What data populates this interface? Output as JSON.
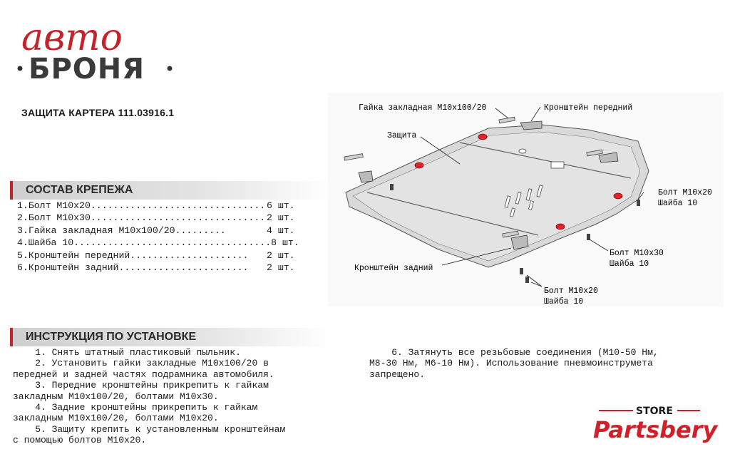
{
  "brand": {
    "script_text": "авто",
    "bold_text": "БРОНЯ"
  },
  "product_title": "ЗАЩИТА КАРТЕРА 111.03916.1",
  "fasteners": {
    "header": "СОСТАВ КРЕПЕЖА",
    "items": [
      {
        "label": "1.Болт М10х20...............................",
        "qty": "6 шт."
      },
      {
        "label": "2.Болт М10х30...............................",
        "qty": "2 шт."
      },
      {
        "label": "3.Гайка закладная М10х100/20.........",
        "qty": "4 шт."
      },
      {
        "label": "4.Шайба 10...................................",
        "qty": "8 шт."
      },
      {
        "label": "5.Кронштейн передний.....................",
        "qty": "2 шт."
      },
      {
        "label": "6.Кронштейн задний.......................",
        "qty": "2 шт."
      }
    ]
  },
  "diagram": {
    "labels": {
      "nut": "Гайка закладная М10х100/20",
      "front_bracket": "Кронштейн передний",
      "guard": "Защита",
      "bolt_m10x20_right_1": "Болт М10х20",
      "washer_right_1": "Шайба 10",
      "bolt_m10x30": "Болт М10х30",
      "washer_m10x30": "Шайба 10",
      "rear_bracket": "Кронштейн задний",
      "bolt_m10x20_bottom": "Болт М10х20",
      "washer_bottom": "Шайба 10"
    },
    "colors": {
      "plate": "#d9d9d9",
      "mount_red": "#e0232a"
    }
  },
  "installation": {
    "header": "ИНСТРУКЦИЯ ПО УСТАНОВКЕ",
    "col1": [
      "    1. Снять штатный пластиковый пыльник.",
      "    2. Установить гайки закладные М10х100/20 в\nпередней и задней частях подрамника автомобиля.",
      "    3. Передние кронштейны прикрепить к гайкам\nзакладным М10х100/20, болтами М10х30.",
      "    4. Задние кронштейны прикрепить к гайкам\nзакладным М10х100/20, болтами М10х20.",
      "    5. Защиту крепить к установленным кронштейнам\nс помощью болтов М10х20."
    ],
    "col2": [
      "    6. Затянуть все резьбовые соединения (М10-50 Нм,\nМ8-30 Нм, М6-10 Нм). Использование пневмоинструмета\nзапрещено."
    ]
  },
  "store": {
    "top_text": "STORE",
    "name": "Partsbery",
    "color_red": "#d0202a"
  }
}
